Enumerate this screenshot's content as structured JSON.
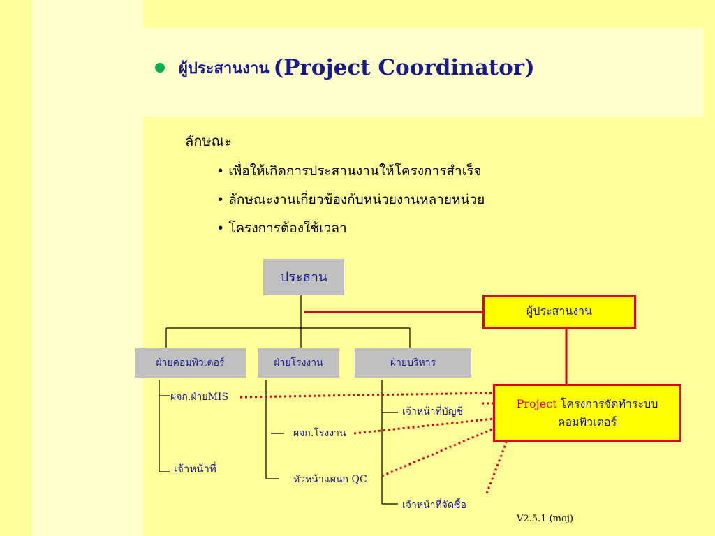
{
  "slide": {
    "title_thai": "ผู้ประสานงาน",
    "title_en": "(Project Coordinator)",
    "heading": "ลักษณะ",
    "points": [
      "เพื่อให้เกิดการประสานงานให้โครงการสำเร็จ",
      "ลักษณะงานเกี่ยวข้องกับหน่วยงานหลายหน่วย",
      "โครงการต้องใช้เวลา"
    ],
    "version": "V2.5.1 (moj)"
  },
  "org": {
    "root": "ประธาน",
    "coordinator": "ผู้ประสานงาน",
    "departments": [
      "ฝ่ายคอมพิวเตอร์",
      "ฝ่ายโรงงาน",
      "ฝ่ายบริหาร"
    ],
    "staff": {
      "mis_manager": "ผจก.ฝ่ายMIS",
      "computer_officer": "เจ้าหน้าที่",
      "factory_manager": "ผจก.โรงงาน",
      "qc_head": "หัวหน้าแผนก QC",
      "accounting_officer": "เจ้าหน้าที่บัญชี",
      "purchasing_officer": "เจ้าหน้าที่จัดซื้อ"
    },
    "project": {
      "prefix": "Project",
      "line1": "โครงการจัดทำระบบ",
      "line2": "คอมพิวเตอร์"
    }
  },
  "colors": {
    "background": "#ffff99",
    "panel": "#ffffcc",
    "text_blue": "#1a1a8a",
    "link_red": "#e0001b",
    "bullet_green": "#00b050",
    "box_gray": "#c0c0c0"
  }
}
